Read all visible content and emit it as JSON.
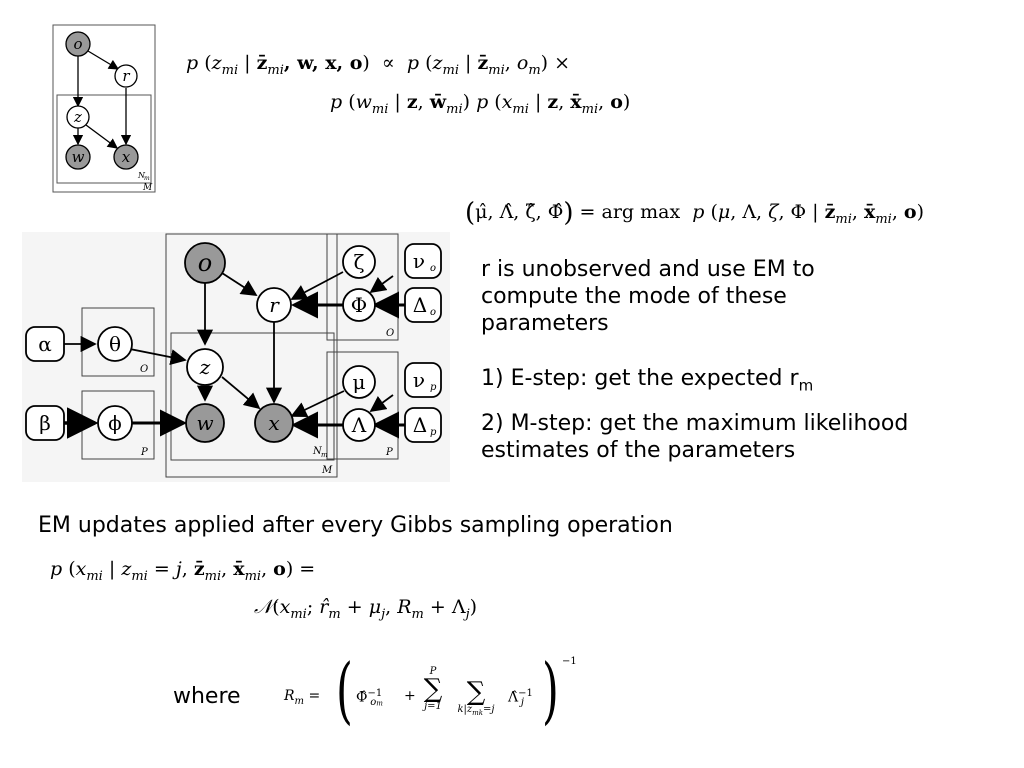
{
  "small_model": {
    "nodes": {
      "o": "o",
      "r": "r",
      "z": "z",
      "w": "w",
      "x": "x"
    },
    "plates": {
      "inner": "N",
      "inner_sub": "m",
      "outer": "M"
    }
  },
  "eq1": {
    "line1_lhs_args": "z̄",
    "line1_lhs_rest": ", w, x, o",
    "line1_rhs": "p (z",
    "line1_rhs_rest": "| z̄",
    "proportional": "∝",
    "times": "×"
  },
  "eq2": {
    "lhs": "μ̂, Λ̂, ζ̂, Φ̂",
    "argmax": "arg max",
    "rhs": "p (μ, Λ, ζ, Φ | z̄",
    "rhs_rest": ", x̄"
  },
  "big_model": {
    "nodes": {
      "o": "o",
      "r": "r",
      "z": "z",
      "w": "w",
      "x": "x",
      "zeta": "ζ",
      "Phi": "Φ",
      "nu_o": "ν",
      "nu_o_sub": "o",
      "Delta_o": "Δ",
      "Delta_o_sub": "o",
      "mu": "μ",
      "Lambda": "Λ",
      "nu_p": "ν",
      "nu_p_sub": "p",
      "Delta_p": "Δ",
      "Delta_p_sub": "p",
      "alpha": "α",
      "theta": "θ",
      "beta": "β",
      "phi": "ϕ"
    },
    "plates": {
      "O_left": "O",
      "P_left": "P",
      "O_right": "O",
      "P_right": "P",
      "N": "N",
      "N_sub": "m",
      "M": "M"
    }
  },
  "text": {
    "para1_l1": "r is unobserved and use EM to",
    "para1_l2": "compute the mode of these",
    "para1_l3": "parameters",
    "step1": "1) E-step: get the expected r",
    "step1_sub": "m",
    "step2_l1": "2) M-step: get the maximum likelihood",
    "step2_l2": "estimates of the parameters",
    "em_updates": "EM updates applied after every Gibbs sampling operation",
    "where": "where"
  },
  "eq3": {
    "line1": "p (x",
    "line1_rest": "| z",
    "line1_rest2": "= j, z̄",
    "line1_rest3": ", x̄",
    "line1_end": ", o) =",
    "normal": "𝒩",
    "line2": "(x",
    "line2_rest": "; r̂",
    "line2_rest2": "+ μ",
    "line2_rest3": ", R",
    "line2_rest4": "+ Λ",
    "line2_end": ")"
  },
  "eq4": {
    "lhs": "R",
    "lhs_sub": "m",
    "eq": "=",
    "phi_hat": "Φ̂",
    "phi_sub": "o",
    "phi_subsub": "m",
    "inv": "−1",
    "plus": "+",
    "sum_top": "P",
    "sum1_bottom": "j=1",
    "sum2_bottom": "k|z",
    "sum2_bottom_sub": "mk",
    "sum2_bottom_end": "=j",
    "lambda_hat": "Λ̂",
    "lambda_sub": "j",
    "outer_inv": "−1"
  }
}
